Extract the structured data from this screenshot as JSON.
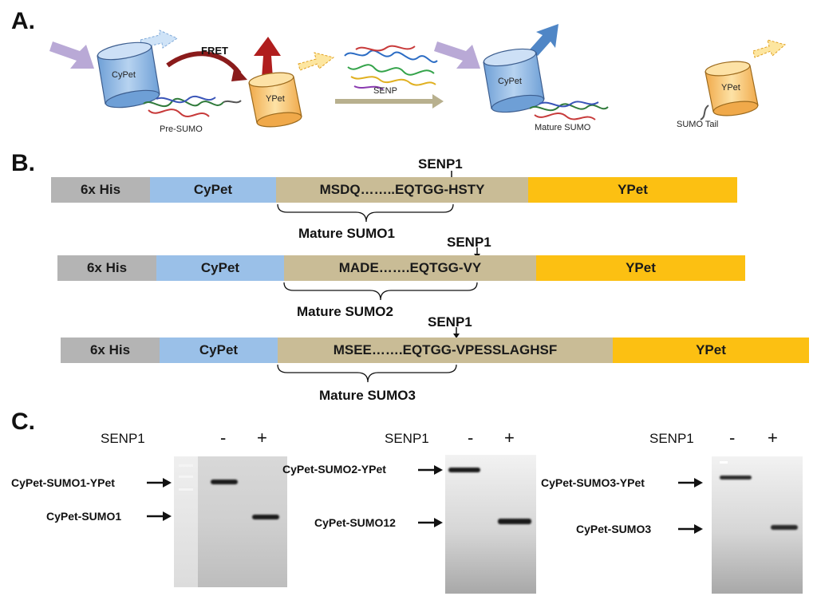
{
  "panels": {
    "a": "A.",
    "b": "B.",
    "c": "C."
  },
  "panel_a": {
    "fret": "FRET",
    "cypet_left": "CyPet",
    "ypet_left": "YPet",
    "pre_sumo": "Pre-SUMO",
    "senp": "SENP",
    "cypet_right": "CyPet",
    "mature_sumo": "Mature SUMO",
    "ypet_right": "YPet",
    "sumo_tail": "SUMO Tail"
  },
  "panel_b": {
    "constructs": [
      {
        "his": "6x His",
        "cypet": "CyPet",
        "seq": "MSDQ……..EQTGG-HSTY",
        "ypet": "YPet",
        "senp": "SENP1",
        "mature": "Mature SUMO1"
      },
      {
        "his": "6x His",
        "cypet": "CyPet",
        "seq": "MADE…….EQTGG-VY",
        "ypet": "YPet",
        "senp": "SENP1",
        "mature": "Mature SUMO2"
      },
      {
        "his": "6x His",
        "cypet": "CyPet",
        "seq": "MSEE…….EQTGG-VPESSLAGHSF",
        "ypet": "YPet",
        "senp": "SENP1",
        "mature": "Mature SUMO3"
      }
    ]
  },
  "panel_c": {
    "gels": [
      {
        "senp": "SENP1",
        "minus": "-",
        "plus": "+",
        "upper": "CyPet-SUMO1-YPet",
        "lower": "CyPet-SUMO1"
      },
      {
        "senp": "SENP1",
        "minus": "-",
        "plus": "+",
        "upper": "CyPet-SUMO2-YPet",
        "lower": "CyPet-SUMO12"
      },
      {
        "senp": "SENP1",
        "minus": "-",
        "plus": "+",
        "upper": "CyPet-SUMO3-YPet",
        "lower": "CyPet-SUMO3"
      }
    ]
  }
}
